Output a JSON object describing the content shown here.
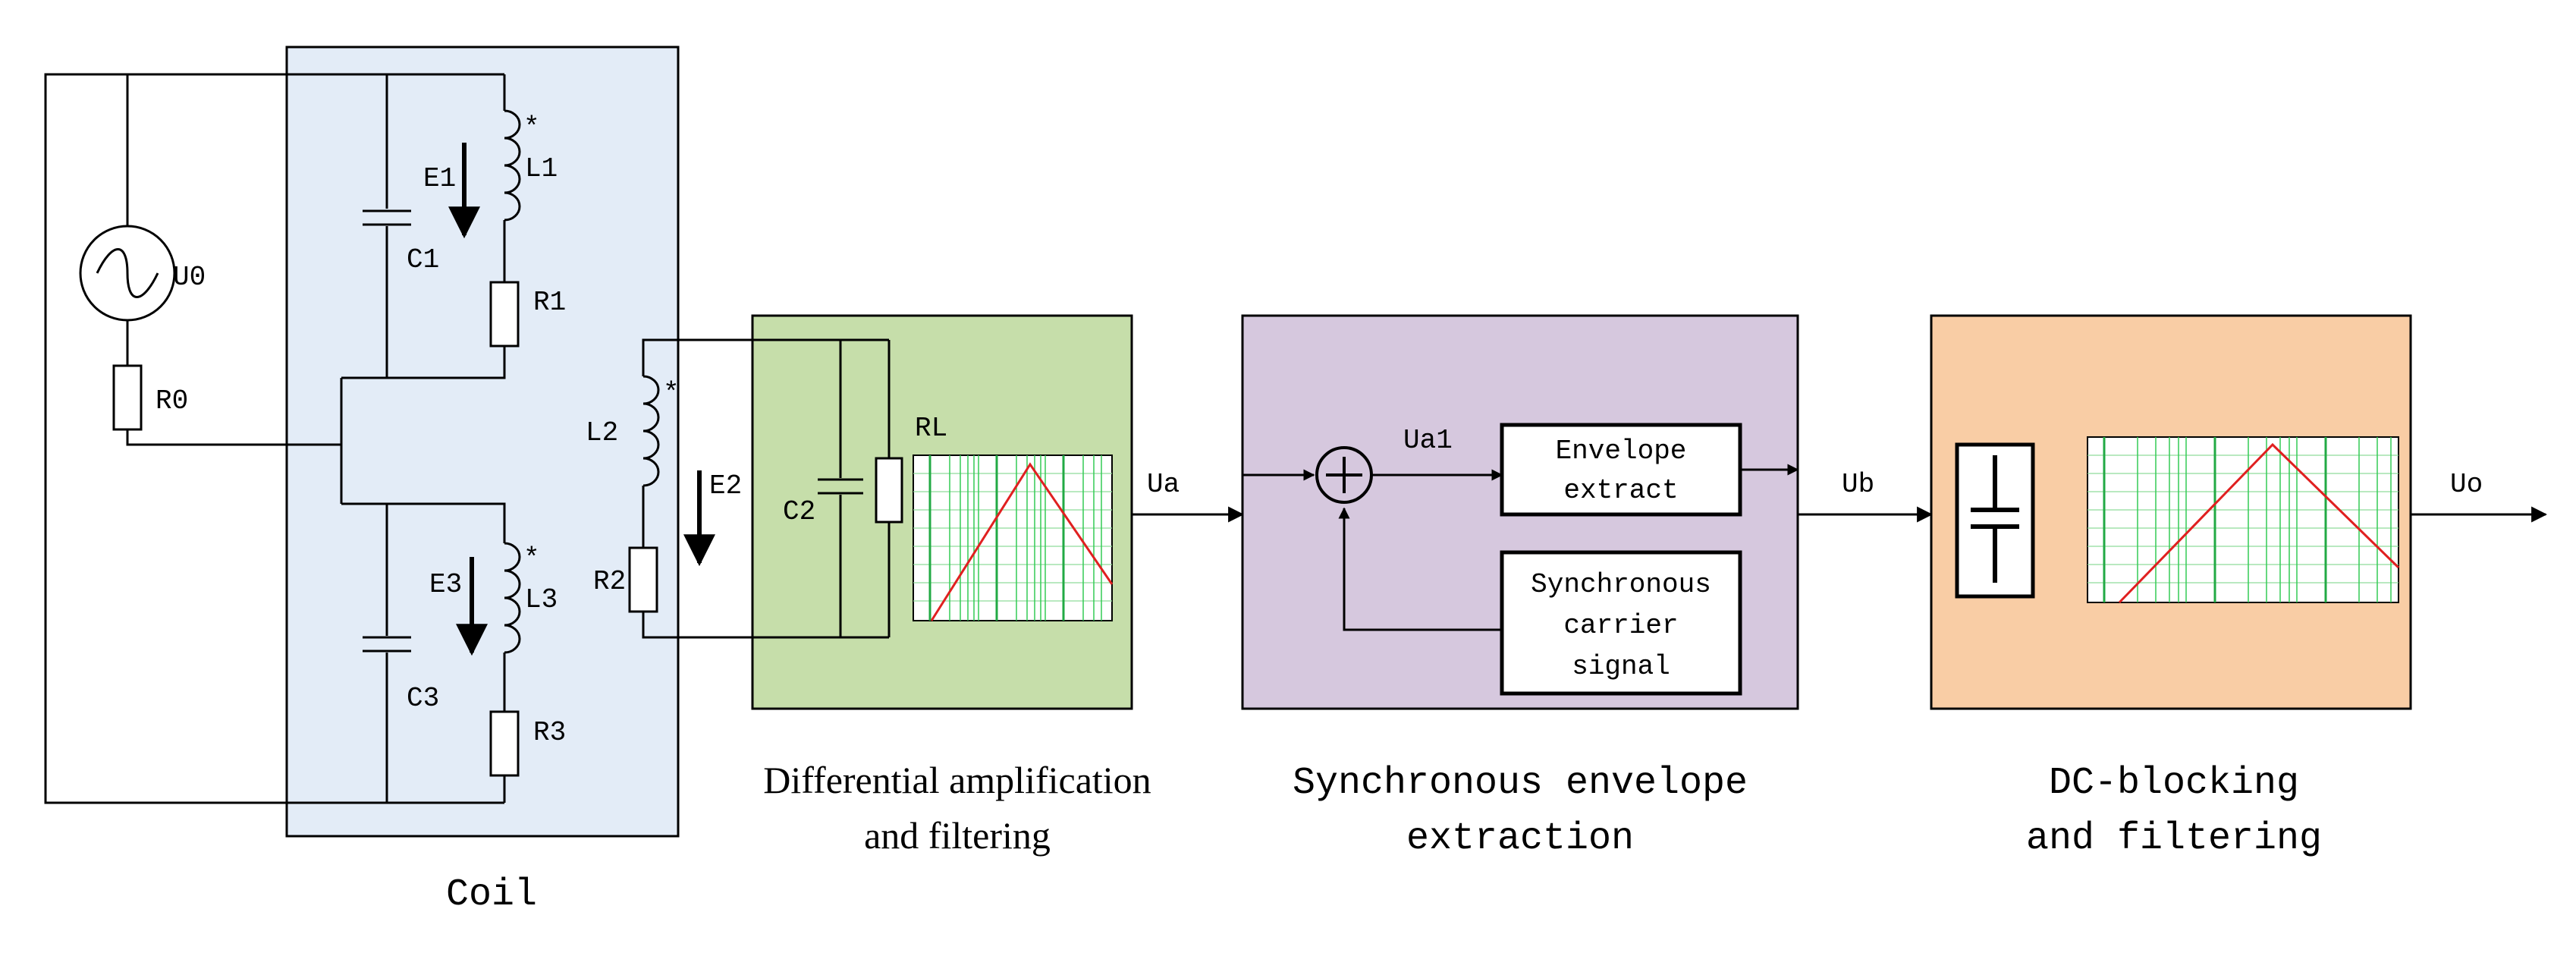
{
  "colors": {
    "coil_panel": "#e3ecf7",
    "amp_panel": "#c6deaa",
    "env_panel": "#d6c8de",
    "dc_panel": "#f9cda5",
    "response_curve": "#e02020",
    "grid": "#33cc55"
  },
  "coil": {
    "caption": "Coil",
    "source": "U0",
    "r0": "R0",
    "c1": "C1",
    "l1": "L1",
    "r1": "R1",
    "e1": "E1",
    "c3": "C3",
    "l3": "L3",
    "r3": "R3",
    "e3": "E3",
    "l2": "L2",
    "r2": "R2",
    "e2": "E2",
    "dot": "*"
  },
  "amp": {
    "caption_line1": "Differential amplification",
    "caption_line2": "and filtering",
    "c2": "C2",
    "rl": "RL",
    "output": "Ua"
  },
  "env": {
    "caption_line1": "Synchronous envelope",
    "caption_line2": "extraction",
    "mixer_out": "Ua1",
    "envelope_line1": "Envelope",
    "envelope_line2": "extract",
    "carrier_line1": "Synchronous",
    "carrier_line2": "carrier",
    "carrier_line3": "signal",
    "output": "Ub"
  },
  "dc": {
    "caption_line1": "DC-blocking",
    "caption_line2": "and filtering",
    "output": "Uo"
  },
  "icons": [
    "ac-source-icon",
    "resistor-icon",
    "capacitor-icon",
    "inductor-icon",
    "summing-junction-icon",
    "arrow-icon",
    "bandpass-graph-icon"
  ]
}
